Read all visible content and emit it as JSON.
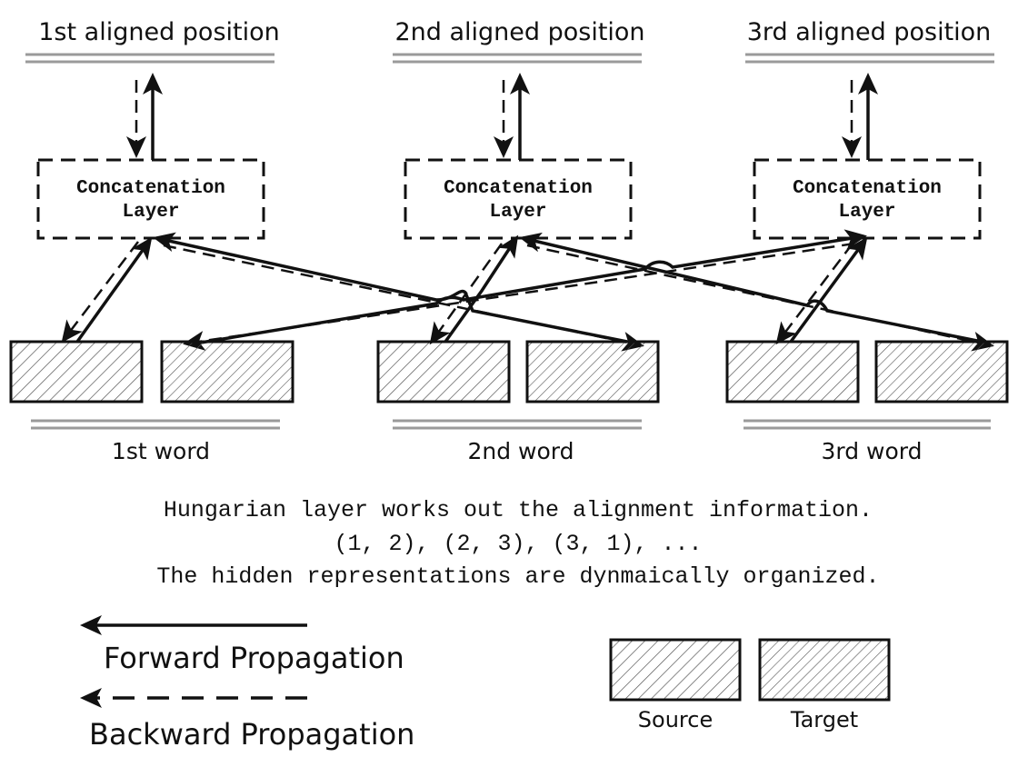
{
  "positions": [
    {
      "label": "1st aligned position",
      "concat": [
        "Concatenation",
        "Layer"
      ]
    },
    {
      "label": "2nd aligned position",
      "concat": [
        "Concatenation",
        "Layer"
      ]
    },
    {
      "label": "3rd aligned position",
      "concat": [
        "Concatenation",
        "Layer"
      ]
    }
  ],
  "words": [
    "1st word",
    "2nd word",
    "3rd word"
  ],
  "caption": {
    "line1": "Hungarian layer works out the alignment information.",
    "line2": "(1, 2), (2, 3), (3, 1), ...",
    "line3": "The hidden representations are dynmaically organized."
  },
  "legend": {
    "forward": "Forward Propagation",
    "backward": "Backward Propagation",
    "source": "Source",
    "target": "Target"
  }
}
